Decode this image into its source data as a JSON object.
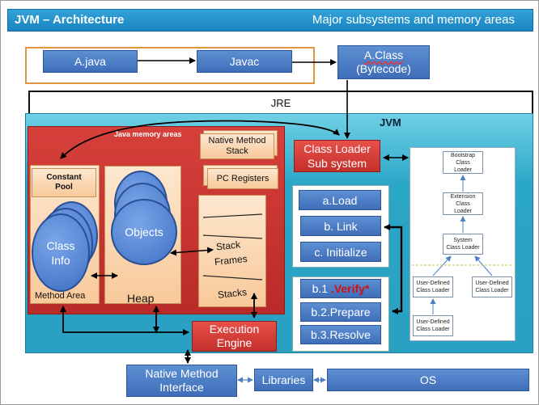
{
  "header": {
    "title": "JVM – Architecture",
    "subtitle": "Major subsystems and memory areas"
  },
  "top_row": {
    "source": "A.java",
    "compiler": "Javac",
    "class_file_line1": "A.Class",
    "class_file_line2": "(Bytecode)"
  },
  "jre_label": "JRE",
  "jvm_label": "JVM",
  "memory": {
    "title": "Java memory areas",
    "native_method_stack_line1": "Native Method",
    "native_method_stack_line2": "Stack",
    "pc_registers": "PC Registers",
    "constant_pool_line1": "Constant",
    "constant_pool_line2": "Pool",
    "class_info_line1": "Class",
    "class_info_line2": "Info",
    "method_area": "Method Area",
    "objects": "Objects",
    "heap": "Heap",
    "stack_frames_line1": "Stack",
    "stack_frames_line2": "Frames",
    "stacks": "Stacks"
  },
  "class_loader": {
    "title_line1": "Class Loader",
    "title_line2": "Sub system",
    "load": "a.Load",
    "link": "b. Link",
    "initialize": "c. Initialize",
    "verify_prefix": "b.1 ",
    "verify_text": ".Verify*",
    "prepare": "b.2.Prepare",
    "resolve": "b.3.Resolve"
  },
  "loaders": {
    "bootstrap_line1": "Bootstrap Class",
    "bootstrap_line2": "Loader",
    "extension_line1": "Extension Class",
    "extension_line2": "Loader",
    "system_line1": "System",
    "system_line2": "Class Loader",
    "user1_line1": "User-Defined",
    "user1_line2": "Class Loader",
    "user2_line1": "User-Defined",
    "user2_line2": "Class Loader",
    "user3_line1": "User-Defined",
    "user3_line2": "Class Loader"
  },
  "execution_engine_line1": "Execution",
  "execution_engine_line2": "Engine",
  "native_interface_line1": "Native Method",
  "native_interface_line2": "Interface",
  "libraries": "Libraries",
  "os": "OS",
  "colors": {
    "header": "#1f8fcf",
    "jvm": "#2aa6c7",
    "memory_area": "#c0312e",
    "box_blue": "#4a7bc4",
    "verify_red": "#d01010"
  }
}
